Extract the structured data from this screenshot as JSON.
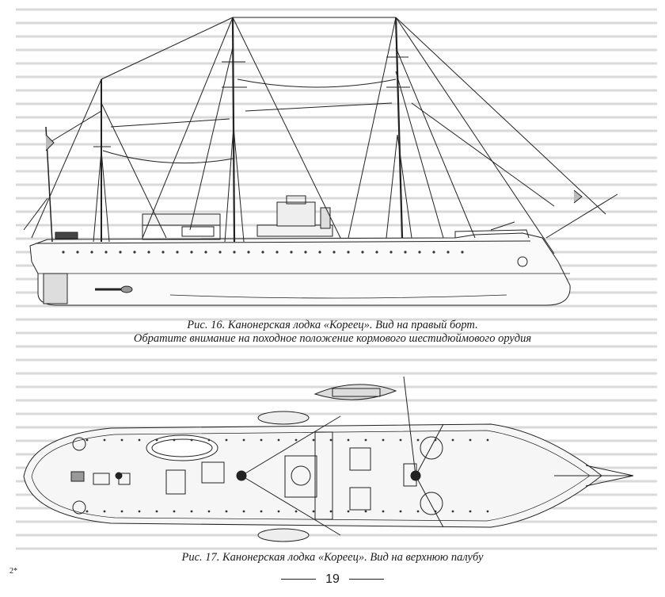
{
  "figures": [
    {
      "id": "fig16",
      "caption_line1": "Рис. 16. Канонерская лодка «Кореец». Вид на правый борт.",
      "caption_line2": "Обратите внимание на походное положение кормового шестидюймового орудия"
    },
    {
      "id": "fig17",
      "caption_line1": "Рис. 17. Канонерская лодка «Кореец». Вид на верхнюю палубу"
    }
  ],
  "footer": {
    "signature_mark": "2*",
    "page_number": "19"
  }
}
